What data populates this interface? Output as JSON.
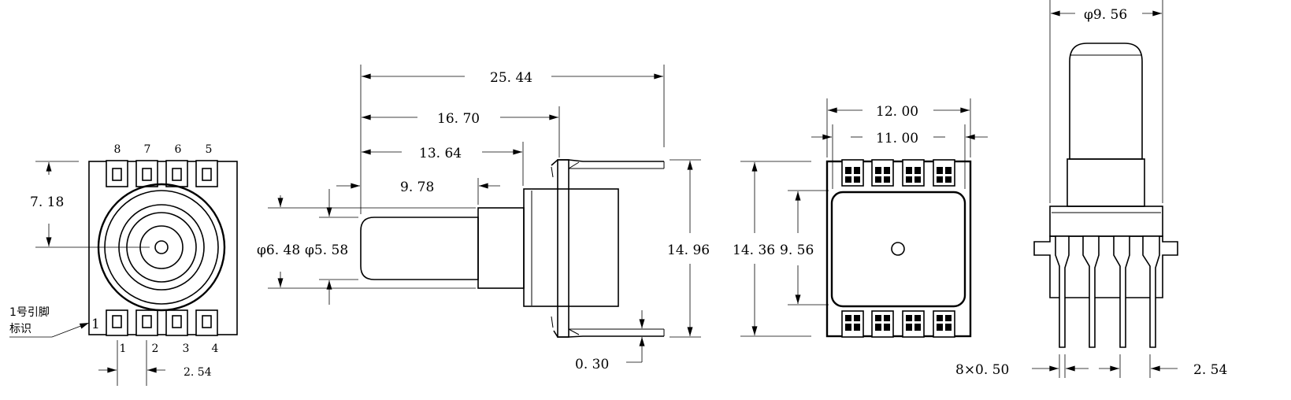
{
  "view_front": {
    "pins_top": [
      "8",
      "7",
      "6",
      "5"
    ],
    "pins_bottom": [
      "1",
      "2",
      "3",
      "4"
    ],
    "pin1_marker": "1",
    "pin1_note_line1": "1号引脚",
    "pin1_note_line2": "标识",
    "dim_center_height": "7. 18",
    "dim_pitch": "2. 54"
  },
  "view_side": {
    "dim_total_length": "25. 44",
    "dim_16": "16. 70",
    "dim_13": "13. 64",
    "dim_9": "9. 78",
    "dim_shaft_dia": "φ6. 48",
    "dim_bush_dia": "φ5. 58",
    "dim_height": "14. 96",
    "dim_thickness": "0. 30"
  },
  "view_back": {
    "dim_width_outer": "12. 00",
    "dim_width_inner": "11. 00",
    "dim_height": "14. 36",
    "dim_window": "9. 56"
  },
  "view_right": {
    "dim_diameter": "φ9. 56",
    "dim_pin_width": "8×0. 50",
    "dim_pitch": "2. 54"
  }
}
